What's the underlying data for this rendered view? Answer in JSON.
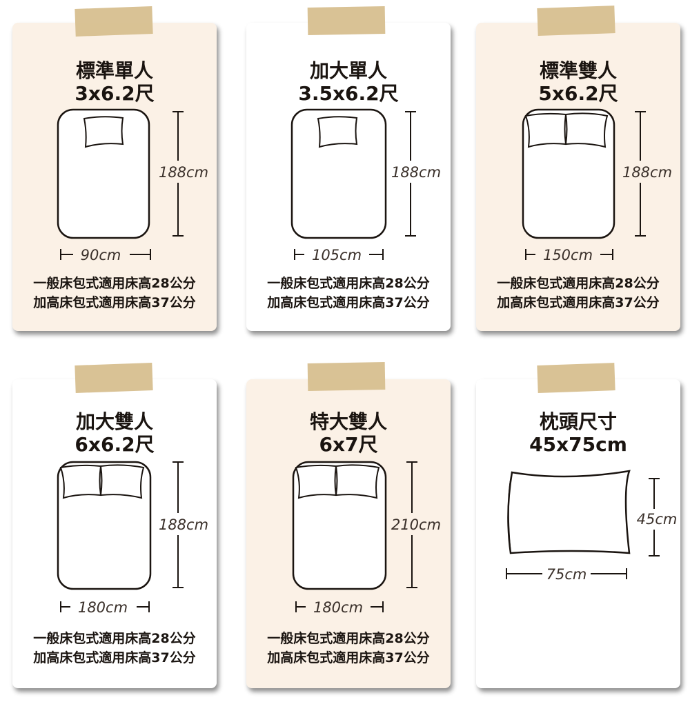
{
  "cards": [
    {
      "title_line1": "標準單人",
      "title_line2": "3x6.2尺",
      "height_label": "188cm",
      "width_label": "90cm",
      "note_line1": "一般床包式適用床高28公分",
      "note_line2": "加高床包式適用床高37公分",
      "background": "#fbf1e6"
    },
    {
      "title_line1": "加大單人",
      "title_line2": "3.5x6.2尺",
      "height_label": "188cm",
      "width_label": "105cm",
      "note_line1": "一般床包式適用床高28公分",
      "note_line2": "加高床包式適用床高37公分",
      "background": "#ffffff"
    },
    {
      "title_line1": "標準雙人",
      "title_line2": "5x6.2尺",
      "height_label": "188cm",
      "width_label": "150cm",
      "note_line1": "一般床包式適用床高28公分",
      "note_line2": "加高床包式適用床高37公分",
      "background": "#fbf1e6"
    },
    {
      "title_line1": "加大雙人",
      "title_line2": "6x6.2尺",
      "height_label": "188cm",
      "width_label": "180cm",
      "note_line1": "一般床包式適用床高28公分",
      "note_line2": "加高床包式適用床高37公分",
      "background": "#ffffff"
    },
    {
      "title_line1": "特大雙人",
      "title_line2": "6x7尺",
      "height_label": "210cm",
      "width_label": "180cm",
      "note_line1": "一般床包式適用床高28公分",
      "note_line2": "加高床包式適用床高37公分",
      "background": "#fbf1e6"
    },
    {
      "title_line1": "枕頭尺寸",
      "title_line2": "45x75cm",
      "height_label": "45cm",
      "width_label": "75cm",
      "background": "#ffffff"
    }
  ],
  "colors": {
    "tape": "#d7bf8f",
    "ink": "#1a1410"
  },
  "icons": {
    "single_bed": "single-bed-icon",
    "double_bed": "double-bed-icon",
    "pillow": "pillow-icon"
  }
}
